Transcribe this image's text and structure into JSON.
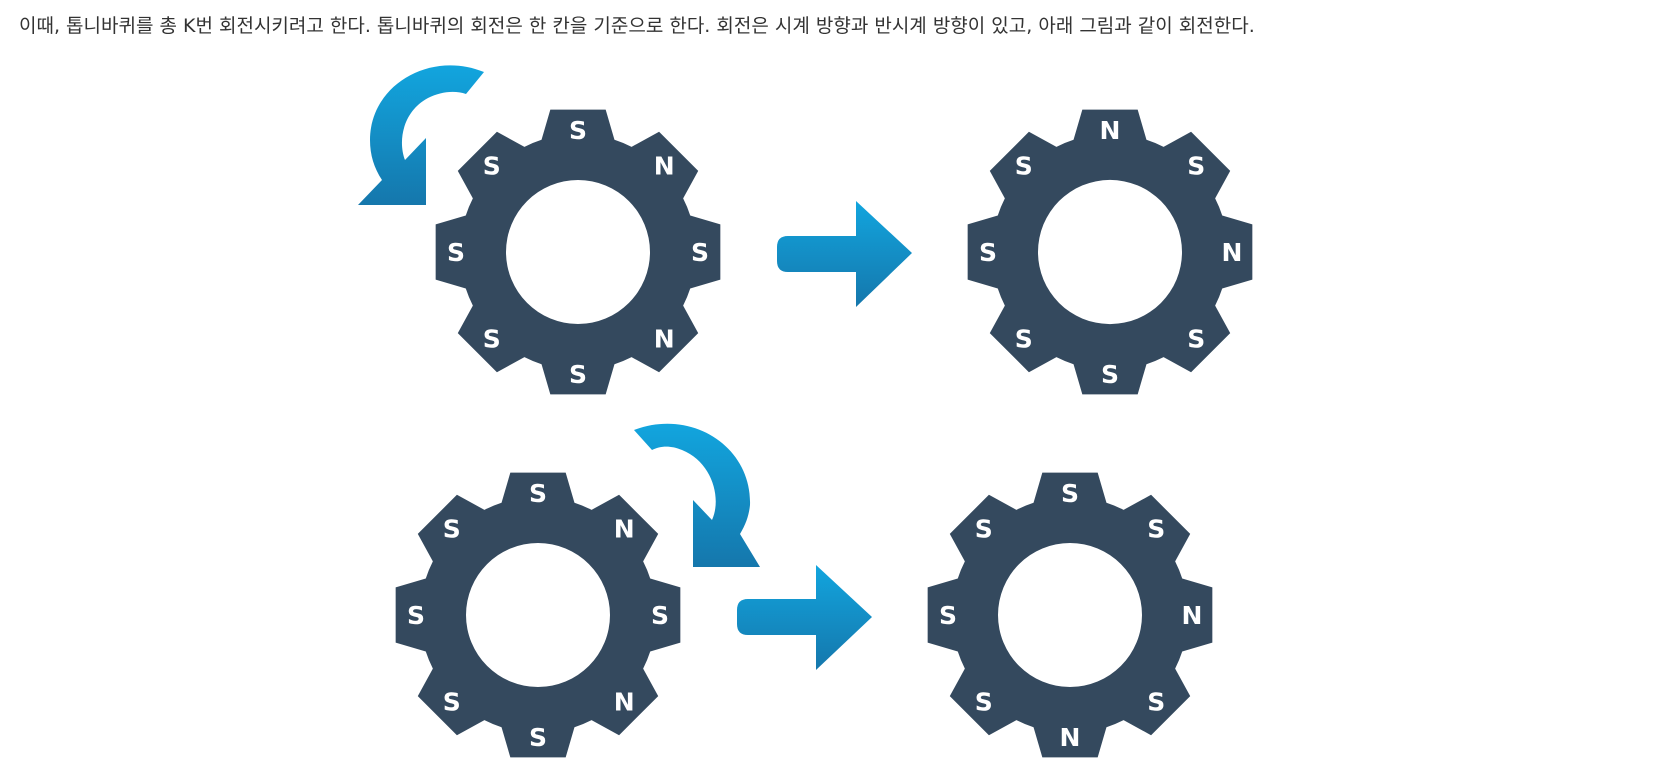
{
  "description_text": "이때, 톱니바퀴를 총 K번 회전시키려고 한다. 톱니바퀴의 회전은 한 칸을 기준으로 한다. 회전은 시계 방향과 반시계 방향이 있고, 아래 그림과 같이 회전한다.",
  "colors": {
    "gear": "#34495e",
    "arrow_light": "#12a5de",
    "arrow_dark": "#1577ac",
    "label": "#ffffff",
    "text": "#333333"
  },
  "rows": [
    {
      "rotation": "counterclockwise",
      "rotation_icon": "counterclockwise-rotation-icon",
      "before": [
        "S",
        "N",
        "S",
        "N",
        "S",
        "S",
        "S",
        "S"
      ],
      "after": [
        "N",
        "S",
        "N",
        "S",
        "S",
        "S",
        "S",
        "S"
      ]
    },
    {
      "rotation": "clockwise",
      "rotation_icon": "clockwise-rotation-icon",
      "before": [
        "S",
        "N",
        "S",
        "N",
        "S",
        "S",
        "S",
        "S"
      ],
      "after": [
        "S",
        "S",
        "N",
        "S",
        "N",
        "S",
        "S",
        "S"
      ]
    }
  ]
}
